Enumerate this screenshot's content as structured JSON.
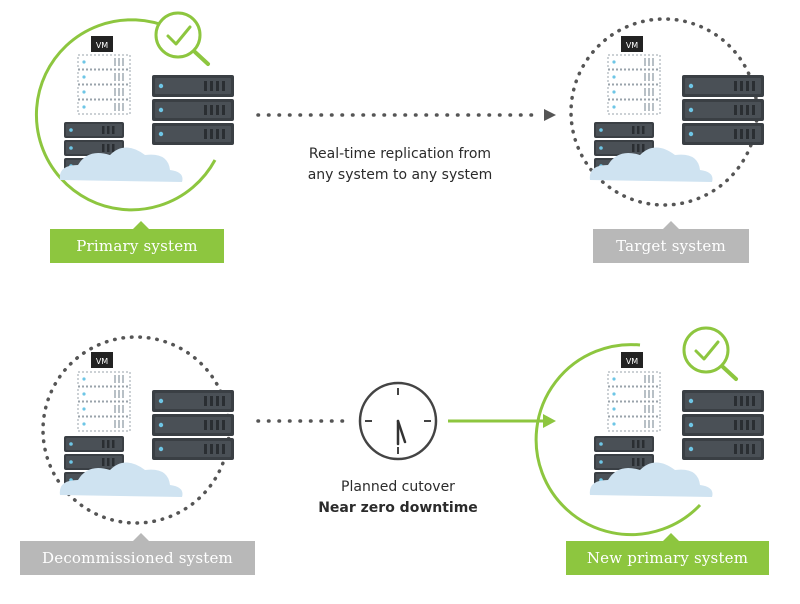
{
  "nodes": {
    "primary": {
      "label": "Primary system",
      "vm": "VM",
      "state": "active",
      "color": "#8dc63f"
    },
    "target": {
      "label": "Target system",
      "vm": "VM",
      "state": "replica",
      "color": "#b8b8b8"
    },
    "decommissioned": {
      "label": "Decommissioned system",
      "vm": "VM",
      "state": "retired",
      "color": "#b8b8b8"
    },
    "new_primary": {
      "label": "New primary system",
      "vm": "VM",
      "state": "active",
      "color": "#8dc63f"
    }
  },
  "replication": {
    "line1": "Real-time replication from",
    "line2": "any system to any system"
  },
  "cutover": {
    "line1": "Planned cutover",
    "line2": "Near zero downtime"
  },
  "icons": {
    "server": "server-rack-icon",
    "cloud": "cloud-icon",
    "check": "checkmark-magnifier-icon",
    "clock": "clock-icon"
  },
  "colors": {
    "accent_green": "#8dc63f",
    "neutral_grey": "#b8b8b8",
    "server_dark": "#3a3f44",
    "cloud_blue": "#cfe3f1"
  }
}
